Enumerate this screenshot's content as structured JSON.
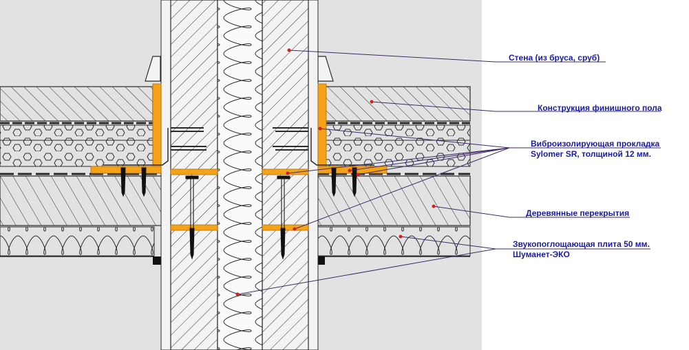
{
  "colors": {
    "accent_orange": "#f5a21b",
    "label_text": "#1a1aa8",
    "leader_line": "#3c2a66",
    "dot": "#d61e1e",
    "panel_gray": "#e2e2e2",
    "hatch": "#2a2a2a"
  },
  "labels": {
    "wall": "Стена (из  бруса, сруб)",
    "floor": "Конструкция финишного пола",
    "pad_line1": "Виброизолирующая прокладка",
    "pad_line2": "Sylomer SR, толщиной 12 мм.",
    "ceiling": "Деревянные перекрытия",
    "absorber_line1": "Звукопоглощающая плита 50 мм.",
    "absorber_line2": "Шуманет-ЭКО"
  }
}
